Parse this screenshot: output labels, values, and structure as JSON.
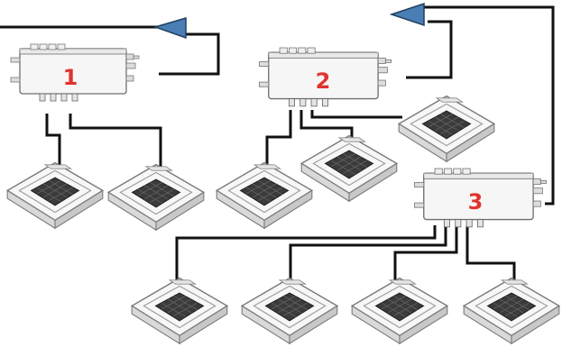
{
  "diagram": {
    "description_free": true,
    "colors": {
      "pipe": "#111111",
      "label": "#e0332f",
      "joint": "#4a7fb5",
      "unit_body": "#f6f6f6",
      "unit_stroke": "#707070",
      "grille": "#3a3a3a"
    },
    "branch_boxes": [
      {
        "label": "1",
        "connected_units": 2
      },
      {
        "label": "2",
        "connected_units": 3
      },
      {
        "label": "3",
        "connected_units": 4
      }
    ],
    "indoor_unit_type": "cassette-icon",
    "joint_icon": "refnet-joint-icon"
  }
}
